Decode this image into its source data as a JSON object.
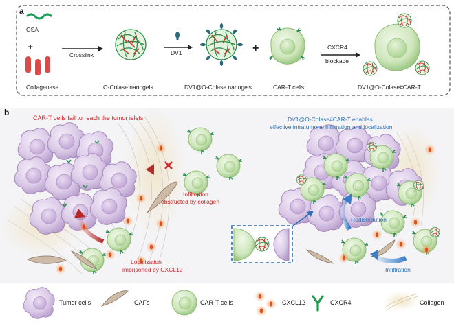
{
  "panel_a": {
    "label": "a",
    "osa": "OSA",
    "plus1": "+",
    "collagenase": "Collagenase",
    "crosslink": "Crosslink",
    "nanogels": "O-Colase nanogels",
    "dv1_arrow": "DV1",
    "dv1_nanogels": "DV1@O-Colase nanogels",
    "plus2": "+",
    "cart_cells": "CAR-T cells",
    "cxcr4_line1": "CXCR4",
    "cxcr4_line2": "blockade",
    "product": "DV1@O-Colase#CAR-T"
  },
  "panel_b": {
    "label": "b",
    "left_title": "CAR-T cells fail to reach the tumor islets",
    "infiltration_line1": "Infiltration",
    "infiltration_line2": "obstructed by collagen",
    "localization_line1": "Localization",
    "localization_line2": "imprisoned by CXCL12",
    "right_title_line1": "DV1@O-Colase#CAR-T  enables",
    "right_title_line2": "effective intratumoral infiltration and localization",
    "redistribution": "Redistribution",
    "infiltration": "Infiltration"
  },
  "legend": [
    {
      "label": "Tumor cells",
      "icon": "tumor-cell-icon"
    },
    {
      "label": "CAFs",
      "icon": "caf-icon"
    },
    {
      "label": "CAR-T cells",
      "icon": "car-t-cell-icon"
    },
    {
      "label": "CXCL12",
      "icon": "cxcl12-icon"
    },
    {
      "label": "CXCR4",
      "icon": "cxcr4-icon"
    },
    {
      "label": "Collagen",
      "icon": "collagen-icon"
    }
  ],
  "colors": {
    "tumor": "#d9c4e6",
    "tumor_edge": "#9a7fb2",
    "cart": "#c9e3b4",
    "cart_edge": "#6da35a",
    "red_text": "#cc2a2a",
    "blue_text": "#2b6fb6",
    "cxcl12": "#e06a2a",
    "receptor": "#2e8b57"
  }
}
